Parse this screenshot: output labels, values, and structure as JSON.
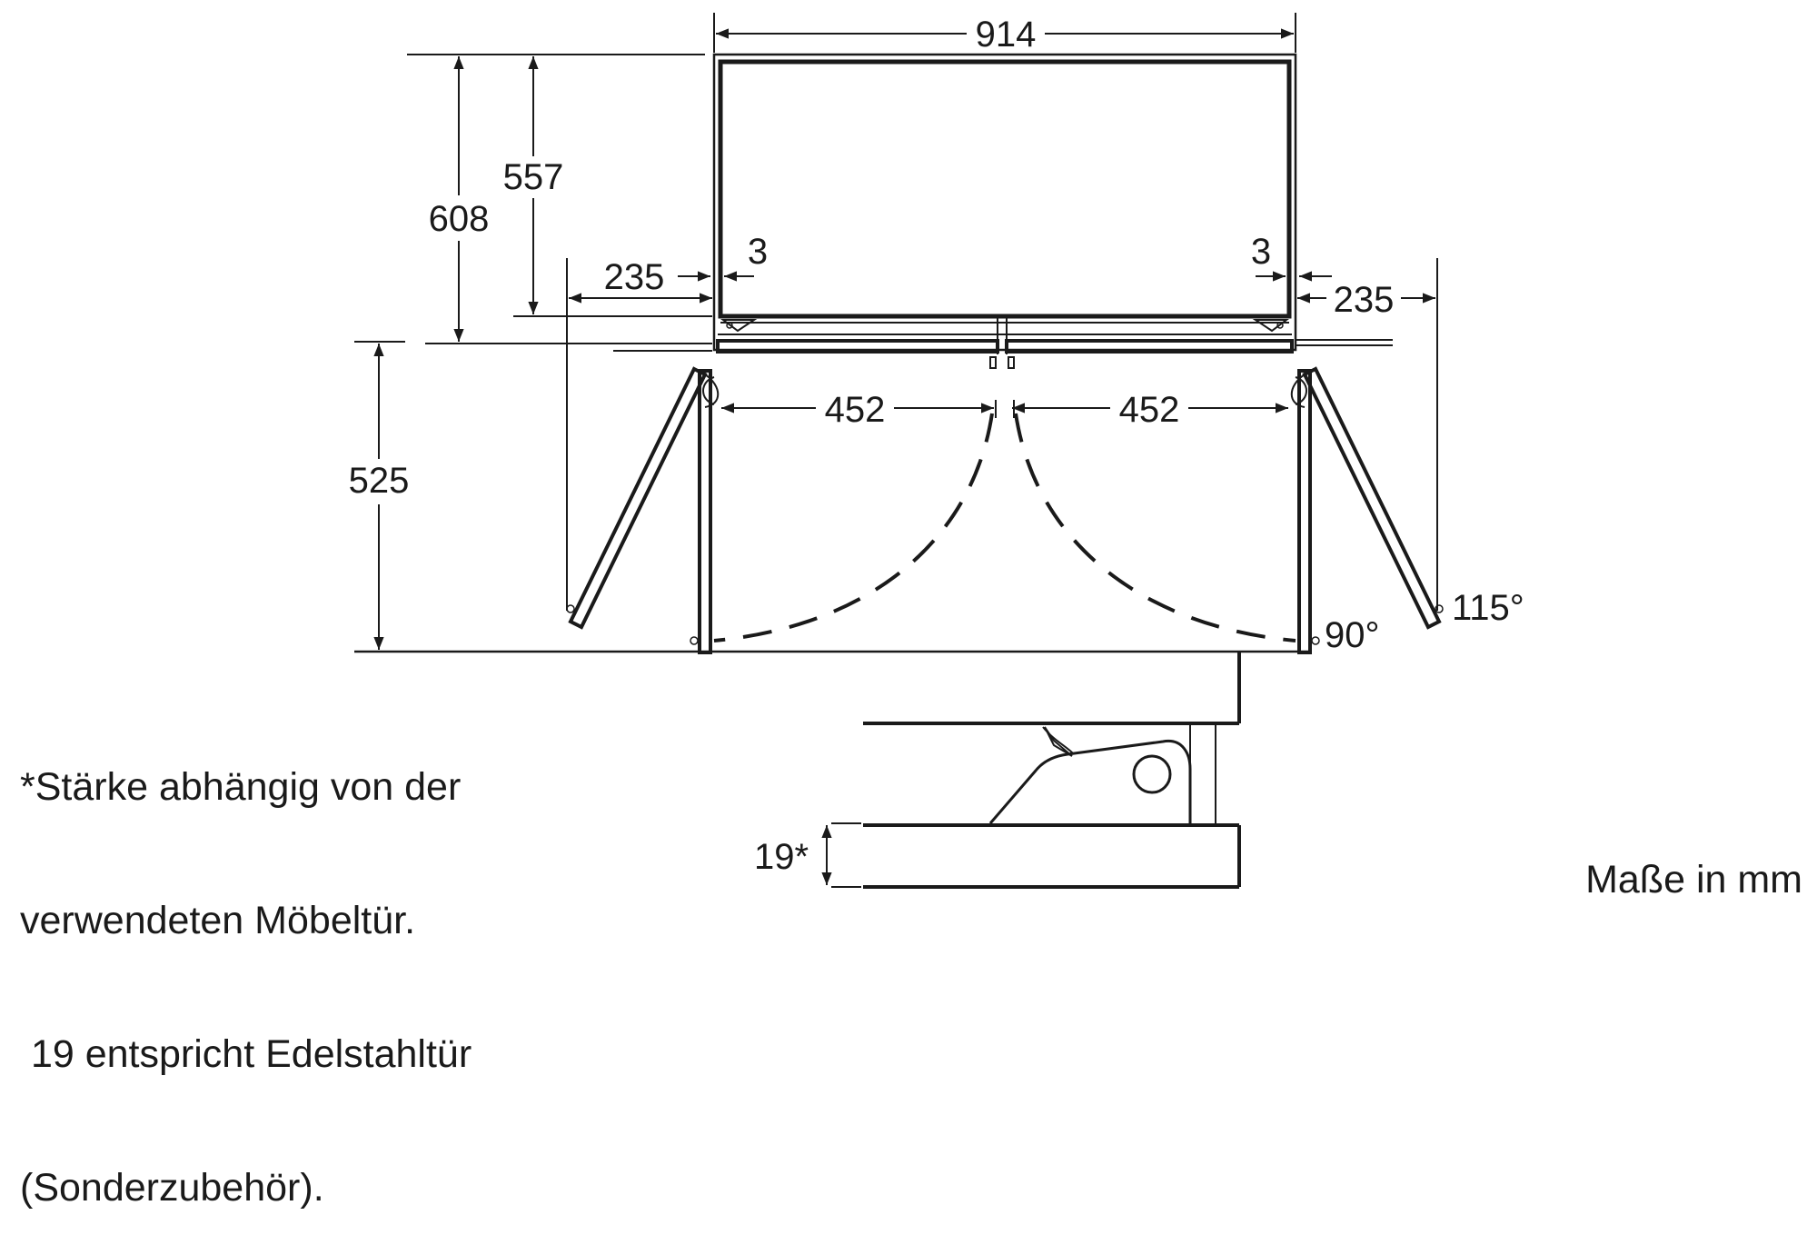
{
  "dimensions": {
    "top_width": "914",
    "depth_total": "608",
    "depth_body": "557",
    "door_swing_depth": "525",
    "side_clearance_left": "235",
    "side_clearance_right": "235",
    "gap_left": "3",
    "gap_right": "3",
    "door_width_left": "452",
    "door_width_right": "452",
    "door_thickness": "19*"
  },
  "angles": {
    "open_90": "90°",
    "open_115": "115°"
  },
  "footnote": {
    "lines": [
      "*Stärke abhängig von der",
      "verwendeten Möbeltür.",
      " 19 entspricht Edelstahltür",
      "(Sonderzubehör)."
    ]
  },
  "units_label": "Maße in mm",
  "colors": {
    "ink": "#1a1a1a",
    "background": "#ffffff"
  }
}
